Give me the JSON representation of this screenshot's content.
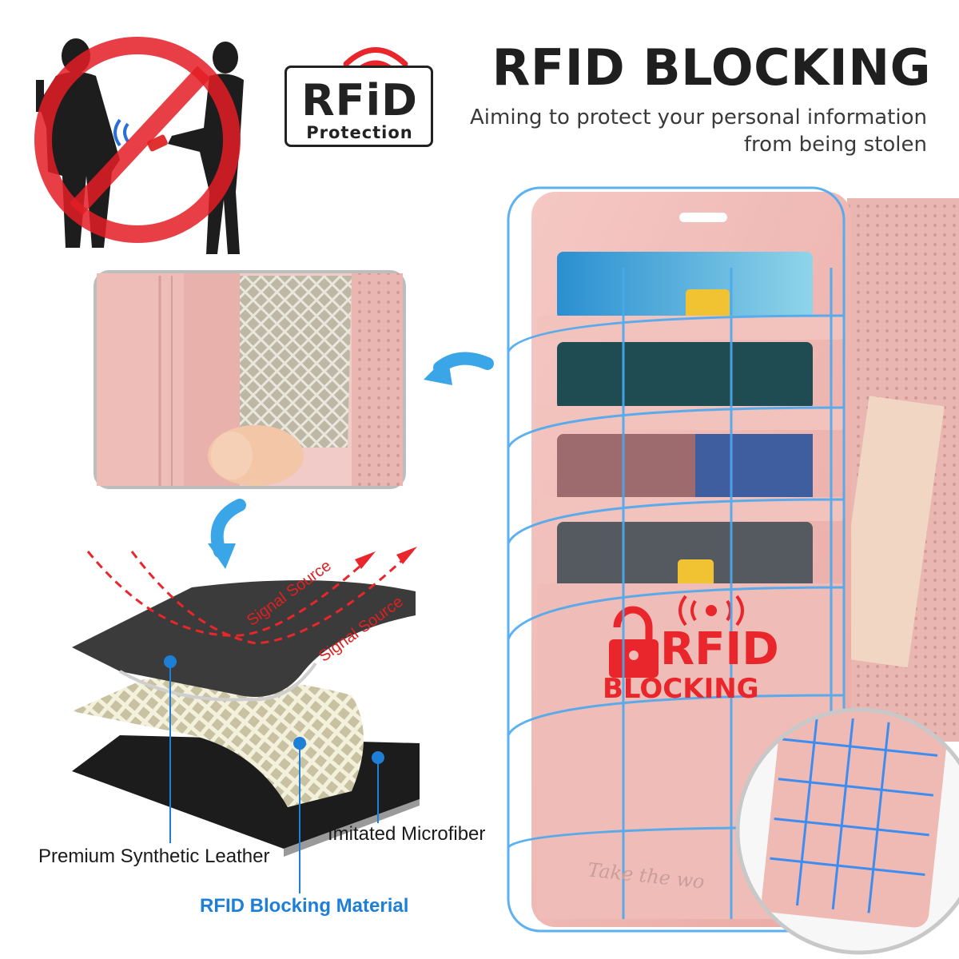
{
  "header": {
    "title": "RFID BLOCKING",
    "subtitle_line1": "Aiming to protect your personal information",
    "subtitle_line2": "from being stolen"
  },
  "badge": {
    "word": "RFiD",
    "sub": "Protection"
  },
  "layers": {
    "signal_label_1": "Signal Source",
    "signal_label_2": "Signal Source",
    "leather_label": "Premium Synthetic Leather",
    "microfiber_label": "Imitated Microfiber",
    "rfid_material_label": "RFID Blocking Material"
  },
  "wallet": {
    "lock_word": "RFID",
    "lock_sub": "BLOCKING",
    "emboss": "Take the wo"
  },
  "colors": {
    "accent_blue": "#1e7fd6",
    "alert_red": "#e8262b",
    "wallet_pink": "#f0bcbc"
  }
}
